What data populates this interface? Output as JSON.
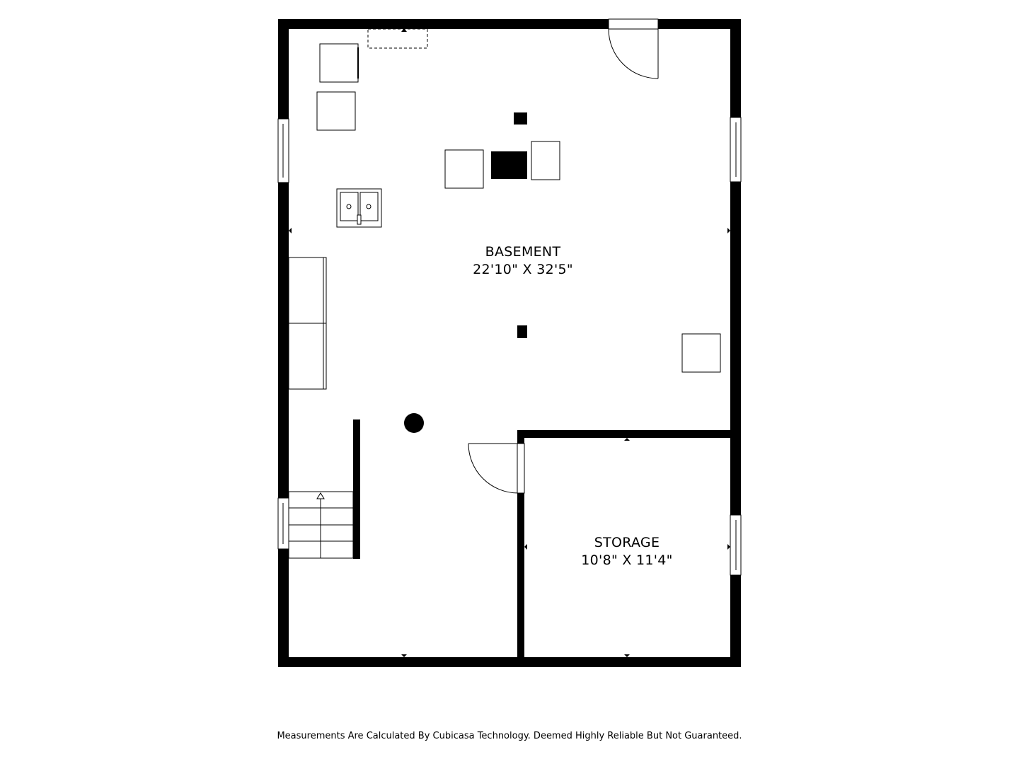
{
  "colors": {
    "wall": "#000000",
    "background": "#ffffff",
    "line": "#000000"
  },
  "rooms": [
    {
      "name": "BASEMENT",
      "dimensions": "22'10\" X 32'5\""
    },
    {
      "name": "STORAGE",
      "dimensions": "10'8\" X 11'4\""
    }
  ],
  "footer": {
    "disclaimer": "Measurements Are Calculated By Cubicasa Technology. Deemed Highly Reliable But Not Guaranteed."
  }
}
